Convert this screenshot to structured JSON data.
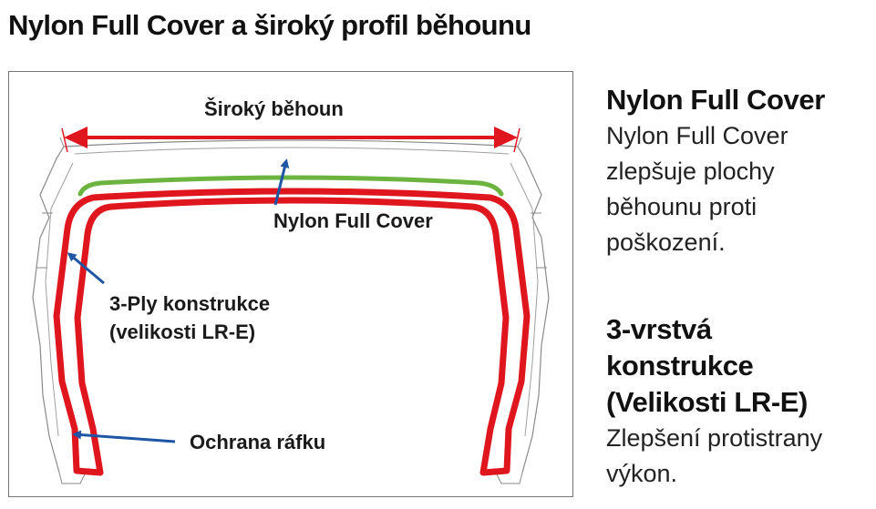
{
  "page_title": "Nylon Full Cover a široký profil běhounu",
  "diagram": {
    "labels": {
      "wide_tread": "Široký běhoun",
      "nylon_full_cover": "Nylon Full Cover",
      "ply_line1": "3-Ply konstrukce",
      "ply_line2": "(velikosti LR-E)",
      "rim_guard": "Ochrana ráfku"
    },
    "colors": {
      "carcass": "#e0161e",
      "nylon_cover": "#6cb33f",
      "arrow_blue": "#1f55a5",
      "arrow_red": "#e0161e",
      "outline": "#8a8a8a"
    }
  },
  "sidebar": {
    "nylon": {
      "heading": "Nylon Full Cover",
      "text_lines": [
        "Nylon Full Cover",
        "zlepšuje plochy",
        "běhounu proti",
        "poškození."
      ]
    },
    "ply": {
      "heading_lines": [
        "3-vrstvá",
        "konstrukce",
        "(Velikosti LR-E)"
      ],
      "text_lines": [
        "Zlepšení protistrany",
        "výkon."
      ]
    }
  }
}
